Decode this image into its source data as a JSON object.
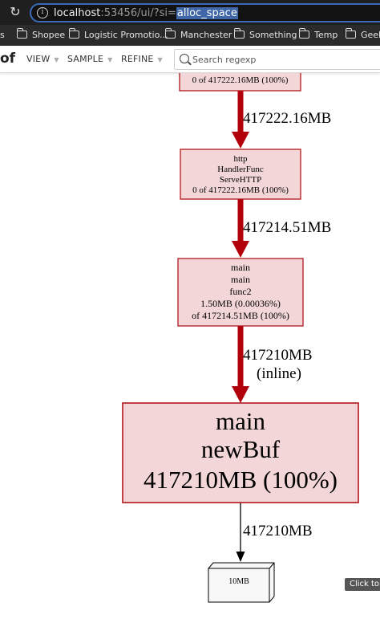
{
  "browser": {
    "url": {
      "host": "localhost",
      "port_path": ":53456/ui/?si=",
      "selected": "alloc_space"
    },
    "bookmarks": [
      {
        "label": "s"
      },
      {
        "label": "Shopee"
      },
      {
        "label": "Logistic Promotio..."
      },
      {
        "label": "Manchester"
      },
      {
        "label": "Something"
      },
      {
        "label": "Temp"
      },
      {
        "label": "Geek"
      }
    ]
  },
  "toolbar": {
    "brand": "of",
    "menus": [
      {
        "label": "VIEW"
      },
      {
        "label": "SAMPLE"
      },
      {
        "label": "REFINE"
      }
    ],
    "search": {
      "placeholder": "Search regexp",
      "value": ""
    }
  },
  "graph": {
    "nodes": [
      {
        "id": "top",
        "lines": [
          "0 of 417222.16MB (100%)"
        ]
      },
      {
        "id": "http",
        "lines": [
          "http",
          "HandlerFunc",
          "ServeHTTP",
          "0 of 417222.16MB (100%)"
        ]
      },
      {
        "id": "func2",
        "lines": [
          "main",
          "main",
          "func2",
          "1.50MB (0.00036%)",
          "of 417214.51MB (100%)"
        ]
      },
      {
        "id": "newbuf",
        "lines": [
          "main",
          "newBuf",
          "417210MB (100%)"
        ]
      },
      {
        "id": "leaf",
        "lines": [
          "10MB"
        ]
      }
    ],
    "edges": [
      {
        "from": "top",
        "to": "http",
        "lines": [
          "417222.16MB"
        ]
      },
      {
        "from": "http",
        "to": "func2",
        "lines": [
          "417214.51MB"
        ]
      },
      {
        "from": "func2",
        "to": "newbuf",
        "lines": [
          "417210MB",
          "(inline)"
        ]
      },
      {
        "from": "newbuf",
        "to": "leaf",
        "lines": [
          "417210MB"
        ]
      }
    ]
  },
  "tooltip": {
    "text": "Click to g"
  },
  "colors": {
    "node_fill": "#f3d7d8",
    "node_stroke": "#b2161b",
    "edge_heavy": "#b2000a",
    "edge_light": "#000000"
  }
}
